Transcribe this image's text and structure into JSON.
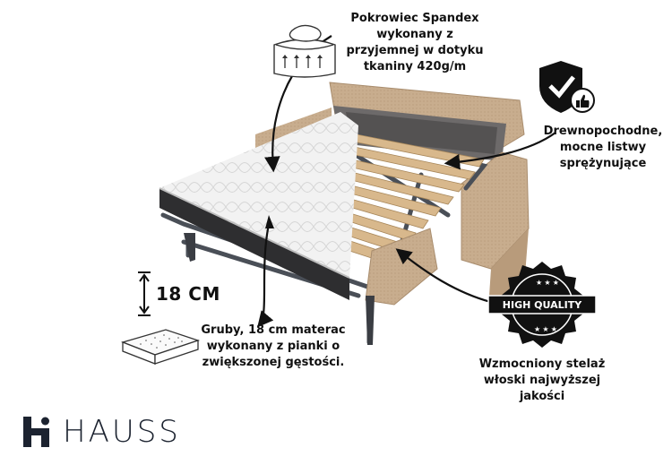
{
  "captions": {
    "cover": "Pokrowiec Spandex wykonany z przyjemnej w dotyku tkaniny 420g/m",
    "slats": "Drewnopochodne, mocne listwy sprężynujące",
    "mattress": "Gruby, 18 cm materac wykonany z pianki o zwiększonej gęstości.",
    "frame": "Wzmocniony stelaż włoski  najwyższej jakości"
  },
  "height_label": "18 CM",
  "badge": {
    "text": "HIGH QUALITY"
  },
  "brand": {
    "name": "HAUSS"
  },
  "icons": [
    "mattress-fabric-icon",
    "shield-check-thumbs-up-icon",
    "height-arrow-icon",
    "mattress-icon",
    "high-quality-badge-icon"
  ],
  "colors": {
    "upholstery": "#c8ad8e",
    "slats": "#d8b88c",
    "frame": "#4a4f57",
    "mattress_top": "#f2f2f2",
    "mattress_side": "#2e2e30",
    "brand": "#1c2330"
  }
}
